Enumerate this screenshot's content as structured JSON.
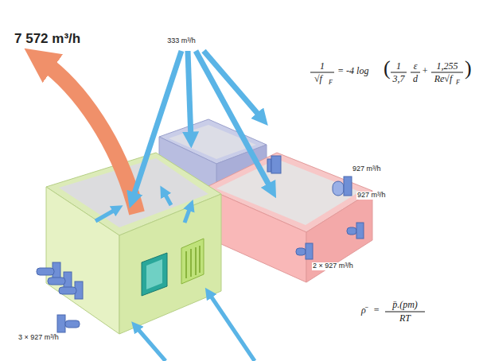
{
  "diagram": {
    "labels": [
      "7 572 m³/h",
      "333 m³/h",
      "927 m³/h",
      "927 m³/h",
      "2 × 927 m³/h",
      "3 × 927 m³/h",
      "1",
      "√f",
      "F",
      "= -4 log",
      "(",
      "1",
      "3,7",
      "ε",
      "d",
      "+",
      "1,255",
      "Re√f",
      "F",
      ")",
      "ρ̄",
      "=",
      "p̄.(pm)",
      "RT"
    ]
  }
}
